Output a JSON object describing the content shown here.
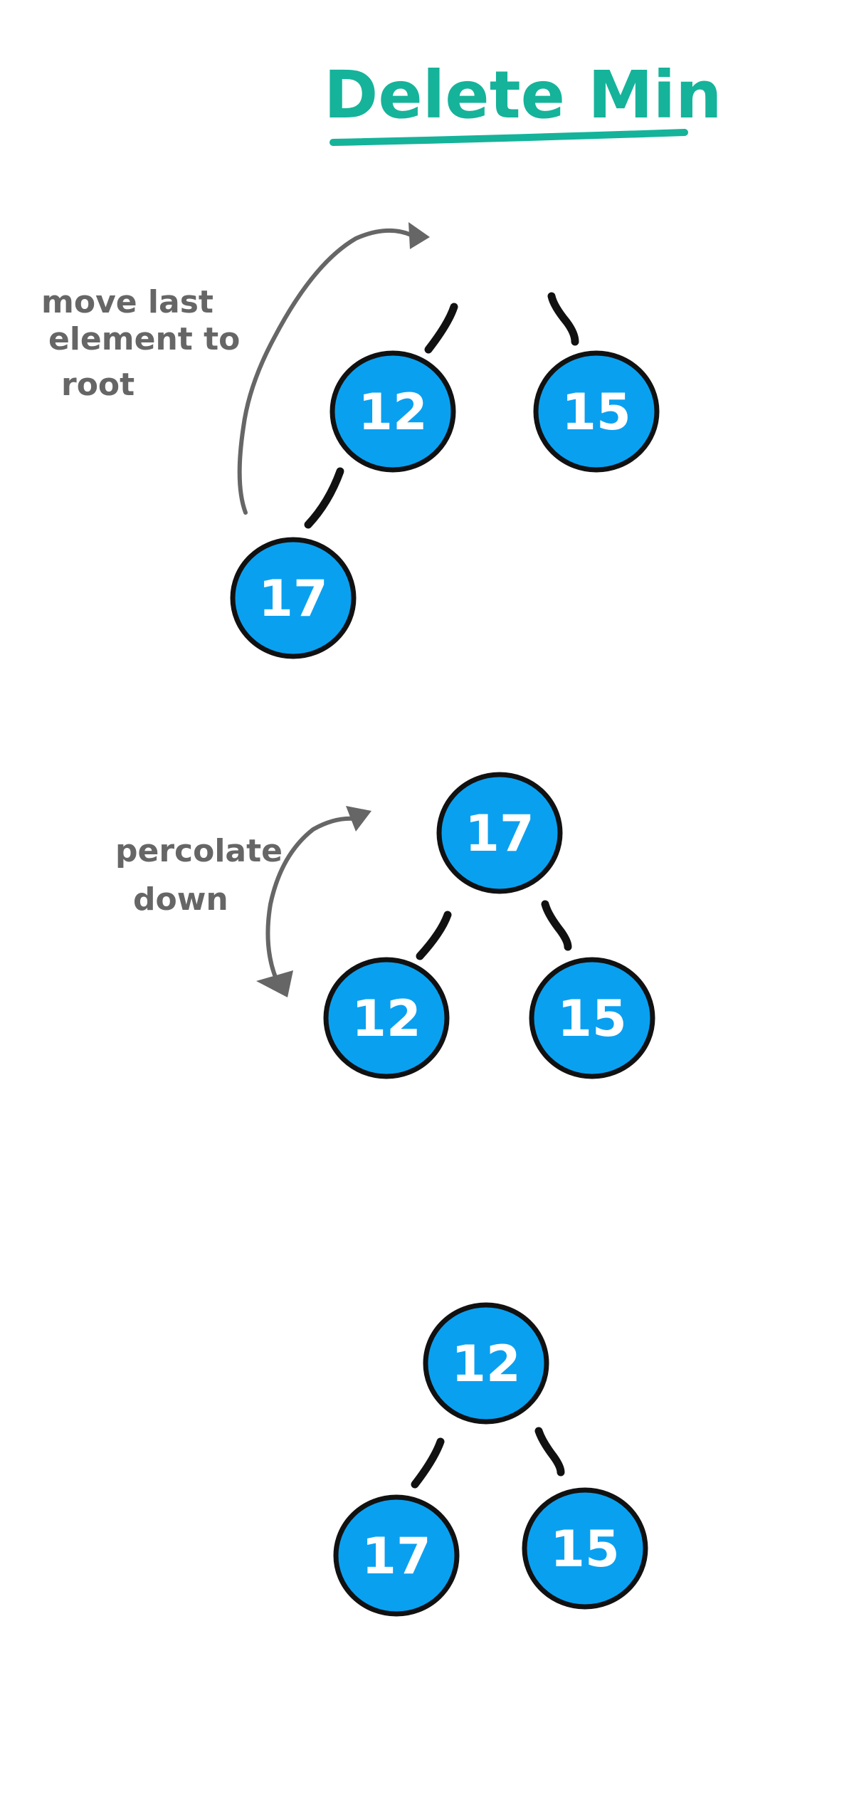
{
  "title": "Delete Min",
  "colors": {
    "title": "#15b39a",
    "node_fill": "#0aa0f0",
    "outline": "#111111",
    "annotation": "#666666",
    "background": "#ffffff"
  },
  "annotations": {
    "move_last_line1": "move last",
    "move_last_line2": "element to",
    "move_last_line3": "root",
    "percolate_line1": "percolate",
    "percolate_line2": "down"
  },
  "steps": [
    {
      "nodes": [
        {
          "value": "12"
        },
        {
          "value": "15"
        },
        {
          "value": "17"
        }
      ]
    },
    {
      "nodes": [
        {
          "value": "17"
        },
        {
          "value": "12"
        },
        {
          "value": "15"
        }
      ]
    },
    {
      "nodes": [
        {
          "value": "12"
        },
        {
          "value": "17"
        },
        {
          "value": "15"
        }
      ]
    }
  ]
}
